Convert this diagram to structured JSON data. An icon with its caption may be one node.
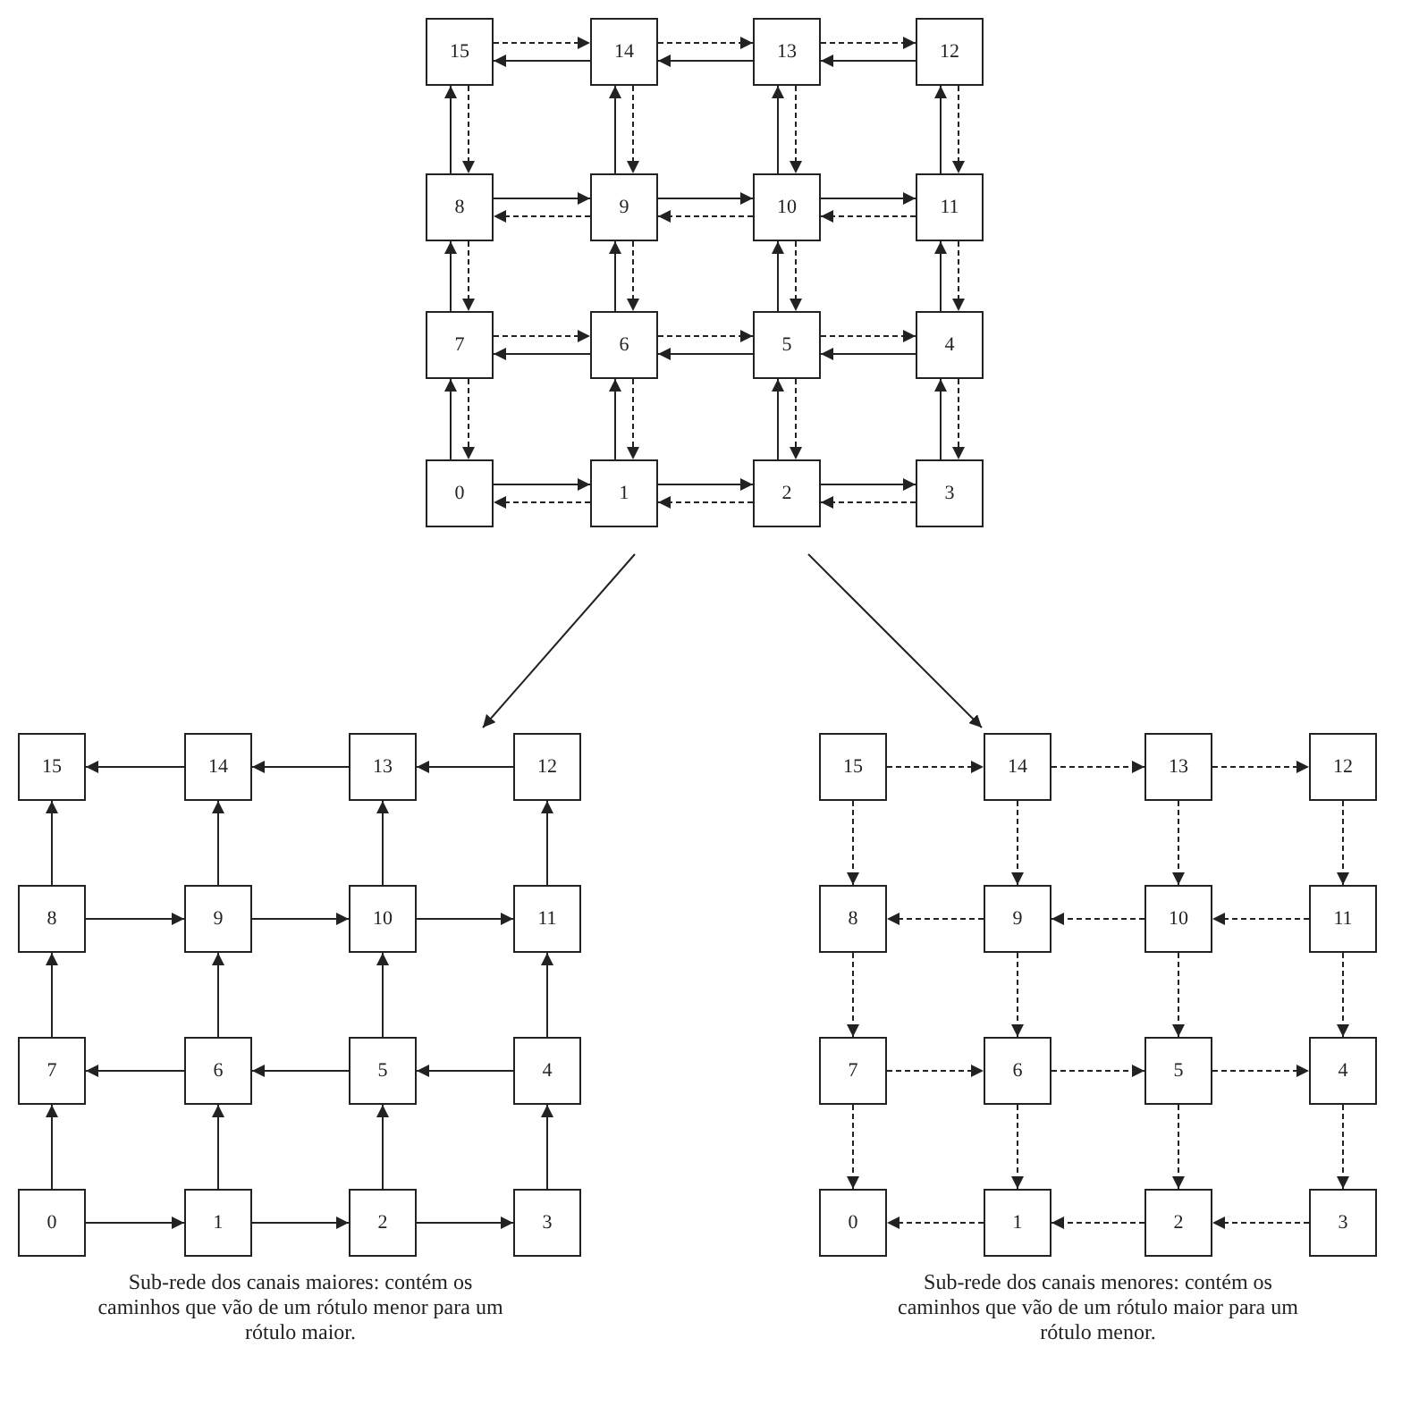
{
  "diagram": {
    "nodes": [
      {
        "text": [
          "15"
        ]
      },
      {
        "text": [
          "14"
        ]
      },
      {
        "text": [
          "13"
        ]
      },
      {
        "text": [
          "12"
        ]
      },
      {
        "text": [
          "8"
        ]
      },
      {
        "text": [
          "9"
        ]
      },
      {
        "text": [
          "10"
        ]
      },
      {
        "text": [
          "11"
        ]
      },
      {
        "text": [
          "7"
        ]
      },
      {
        "text": [
          "6"
        ]
      },
      {
        "text": [
          "5"
        ]
      },
      {
        "text": [
          "4"
        ]
      },
      {
        "text": [
          "0"
        ]
      },
      {
        "text": [
          "1"
        ]
      },
      {
        "text": [
          "2"
        ]
      },
      {
        "text": [
          "3"
        ]
      },
      {
        "text": [
          "15"
        ]
      },
      {
        "text": [
          "14"
        ]
      },
      {
        "text": [
          "13"
        ]
      },
      {
        "text": [
          "12"
        ]
      },
      {
        "text": [
          "8"
        ]
      },
      {
        "text": [
          "9"
        ]
      },
      {
        "text": [
          "10"
        ]
      },
      {
        "text": [
          "11"
        ]
      },
      {
        "text": [
          "7"
        ]
      },
      {
        "text": [
          "6"
        ]
      },
      {
        "text": [
          "5"
        ]
      },
      {
        "text": [
          "4"
        ]
      },
      {
        "text": [
          "0"
        ]
      },
      {
        "text": [
          "1"
        ]
      },
      {
        "text": [
          "2"
        ]
      },
      {
        "text": [
          "3"
        ]
      },
      {
        "text": [
          "15"
        ]
      },
      {
        "text": [
          "14"
        ]
      },
      {
        "text": [
          "13"
        ]
      },
      {
        "text": [
          "12"
        ]
      },
      {
        "text": [
          "8"
        ]
      },
      {
        "text": [
          "9"
        ]
      },
      {
        "text": [
          "10"
        ]
      },
      {
        "text": [
          "11"
        ]
      },
      {
        "text": [
          "7"
        ]
      },
      {
        "text": [
          "6"
        ]
      },
      {
        "text": [
          "5"
        ]
      },
      {
        "text": [
          "4"
        ]
      },
      {
        "text": [
          "0"
        ]
      },
      {
        "text": [
          "1"
        ]
      },
      {
        "text": [
          "2"
        ]
      },
      {
        "text": [
          "3"
        ]
      }
    ],
    "edges": [
      {
        "from": 12,
        "to": 13,
        "arrow": "to"
      },
      {
        "from": 13,
        "to": 14,
        "arrow": "to"
      },
      {
        "from": 14,
        "to": 15,
        "arrow": "to"
      },
      {
        "from": 12,
        "to": 8,
        "arrow": "to"
      },
      {
        "from": 13,
        "to": 9,
        "arrow": "to"
      },
      {
        "from": 14,
        "to": 10,
        "arrow": "to"
      },
      {
        "from": 15,
        "to": 11,
        "arrow": "to"
      },
      {
        "from": 11,
        "to": 10,
        "arrow": "to"
      },
      {
        "from": 10,
        "to": 9,
        "arrow": "to"
      },
      {
        "from": 9,
        "to": 8,
        "arrow": "to"
      },
      {
        "from": 8,
        "to": 4,
        "arrow": "to"
      },
      {
        "from": 9,
        "to": 5,
        "arrow": "to"
      },
      {
        "from": 10,
        "to": 6,
        "arrow": "to"
      },
      {
        "from": 11,
        "to": 7,
        "arrow": "to"
      },
      {
        "from": 4,
        "to": 5,
        "arrow": "to"
      },
      {
        "from": 5,
        "to": 6,
        "arrow": "to"
      },
      {
        "from": 6,
        "to": 7,
        "arrow": "to"
      },
      {
        "from": 4,
        "to": 0,
        "arrow": "to"
      },
      {
        "from": 5,
        "to": 1,
        "arrow": "to"
      },
      {
        "from": 6,
        "to": 2,
        "arrow": "to"
      },
      {
        "from": 7,
        "to": 3,
        "arrow": "to"
      },
      {
        "from": 3,
        "to": 2,
        "arrow": "to"
      },
      {
        "from": 2,
        "to": 1,
        "arrow": "to"
      },
      {
        "from": 1,
        "to": 0,
        "arrow": "to"
      },
      {
        "from": 13,
        "to": 12,
        "arrow": "to",
        "style": "dashed"
      },
      {
        "from": 14,
        "to": 13,
        "arrow": "to",
        "style": "dashed"
      },
      {
        "from": 15,
        "to": 14,
        "arrow": "to",
        "style": "dashed"
      },
      {
        "from": 8,
        "to": 12,
        "arrow": "to",
        "style": "dashed"
      },
      {
        "from": 9,
        "to": 13,
        "arrow": "to",
        "style": "dashed"
      },
      {
        "from": 10,
        "to": 14,
        "arrow": "to",
        "style": "dashed"
      },
      {
        "from": 11,
        "to": 15,
        "arrow": "to",
        "style": "dashed"
      },
      {
        "from": 10,
        "to": 11,
        "arrow": "to",
        "style": "dashed"
      },
      {
        "from": 9,
        "to": 10,
        "arrow": "to",
        "style": "dashed"
      },
      {
        "from": 8,
        "to": 9,
        "arrow": "to",
        "style": "dashed"
      },
      {
        "from": 4,
        "to": 8,
        "arrow": "to",
        "style": "dashed"
      },
      {
        "from": 5,
        "to": 9,
        "arrow": "to",
        "style": "dashed"
      },
      {
        "from": 6,
        "to": 10,
        "arrow": "to",
        "style": "dashed"
      },
      {
        "from": 7,
        "to": 11,
        "arrow": "to",
        "style": "dashed"
      },
      {
        "from": 5,
        "to": 4,
        "arrow": "to",
        "style": "dashed"
      },
      {
        "from": 6,
        "to": 5,
        "arrow": "to",
        "style": "dashed"
      },
      {
        "from": 7,
        "to": 6,
        "arrow": "to",
        "style": "dashed"
      },
      {
        "from": 0,
        "to": 4,
        "arrow": "to",
        "style": "dashed"
      },
      {
        "from": 1,
        "to": 5,
        "arrow": "to",
        "style": "dashed"
      },
      {
        "from": 2,
        "to": 6,
        "arrow": "to",
        "style": "dashed"
      },
      {
        "from": 3,
        "to": 7,
        "arrow": "to",
        "style": "dashed"
      },
      {
        "from": 2,
        "to": 3,
        "arrow": "to",
        "style": "dashed"
      },
      {
        "from": 1,
        "to": 2,
        "arrow": "to",
        "style": "dashed"
      },
      {
        "from": 0,
        "to": 1,
        "arrow": "to",
        "style": "dashed"
      },
      {
        "from": 28,
        "to": 29,
        "arrow": "to"
      },
      {
        "from": 29,
        "to": 30,
        "arrow": "to"
      },
      {
        "from": 30,
        "to": 31,
        "arrow": "to"
      },
      {
        "from": 28,
        "to": 24,
        "arrow": "to"
      },
      {
        "from": 29,
        "to": 25,
        "arrow": "to"
      },
      {
        "from": 30,
        "to": 26,
        "arrow": "to"
      },
      {
        "from": 31,
        "to": 27,
        "arrow": "to"
      },
      {
        "from": 27,
        "to": 26,
        "arrow": "to"
      },
      {
        "from": 26,
        "to": 25,
        "arrow": "to"
      },
      {
        "from": 25,
        "to": 24,
        "arrow": "to"
      },
      {
        "from": 24,
        "to": 20,
        "arrow": "to"
      },
      {
        "from": 25,
        "to": 21,
        "arrow": "to"
      },
      {
        "from": 26,
        "to": 22,
        "arrow": "to"
      },
      {
        "from": 27,
        "to": 23,
        "arrow": "to"
      },
      {
        "from": 20,
        "to": 21,
        "arrow": "to"
      },
      {
        "from": 21,
        "to": 22,
        "arrow": "to"
      },
      {
        "from": 22,
        "to": 23,
        "arrow": "to"
      },
      {
        "from": 20,
        "to": 16,
        "arrow": "to"
      },
      {
        "from": 21,
        "to": 17,
        "arrow": "to"
      },
      {
        "from": 22,
        "to": 18,
        "arrow": "to"
      },
      {
        "from": 23,
        "to": 19,
        "arrow": "to"
      },
      {
        "from": 19,
        "to": 18,
        "arrow": "to"
      },
      {
        "from": 18,
        "to": 17,
        "arrow": "to"
      },
      {
        "from": 17,
        "to": 16,
        "arrow": "to"
      },
      {
        "from": 45,
        "to": 44,
        "arrow": "to",
        "style": "dashed"
      },
      {
        "from": 46,
        "to": 45,
        "arrow": "to",
        "style": "dashed"
      },
      {
        "from": 47,
        "to": 46,
        "arrow": "to",
        "style": "dashed"
      },
      {
        "from": 40,
        "to": 44,
        "arrow": "to",
        "style": "dashed"
      },
      {
        "from": 41,
        "to": 45,
        "arrow": "to",
        "style": "dashed"
      },
      {
        "from": 42,
        "to": 46,
        "arrow": "to",
        "style": "dashed"
      },
      {
        "from": 43,
        "to": 47,
        "arrow": "to",
        "style": "dashed"
      },
      {
        "from": 42,
        "to": 43,
        "arrow": "to",
        "style": "dashed"
      },
      {
        "from": 41,
        "to": 42,
        "arrow": "to",
        "style": "dashed"
      },
      {
        "from": 40,
        "to": 41,
        "arrow": "to",
        "style": "dashed"
      },
      {
        "from": 36,
        "to": 40,
        "arrow": "to",
        "style": "dashed"
      },
      {
        "from": 37,
        "to": 41,
        "arrow": "to",
        "style": "dashed"
      },
      {
        "from": 38,
        "to": 42,
        "arrow": "to",
        "style": "dashed"
      },
      {
        "from": 39,
        "to": 43,
        "arrow": "to",
        "style": "dashed"
      },
      {
        "from": 37,
        "to": 36,
        "arrow": "to",
        "style": "dashed"
      },
      {
        "from": 38,
        "to": 37,
        "arrow": "to",
        "style": "dashed"
      },
      {
        "from": 39,
        "to": 38,
        "arrow": "to",
        "style": "dashed"
      },
      {
        "from": 32,
        "to": 36,
        "arrow": "to",
        "style": "dashed"
      },
      {
        "from": 33,
        "to": 37,
        "arrow": "to",
        "style": "dashed"
      },
      {
        "from": 34,
        "to": 38,
        "arrow": "to",
        "style": "dashed"
      },
      {
        "from": 35,
        "to": 39,
        "arrow": "to",
        "style": "dashed"
      },
      {
        "from": 34,
        "to": 35,
        "arrow": "to",
        "style": "dashed"
      },
      {
        "from": 33,
        "to": 34,
        "arrow": "to",
        "style": "dashed"
      },
      {
        "from": 32,
        "to": 33,
        "arrow": "to",
        "style": "dashed"
      }
    ],
    "labels": [
      "Sub-rede dos canais maiores: contém os caminhos que vão de um rótulo menor para um rótulo maior.",
      "Sub-rede dos canais menores: contém os caminhos que vão de um rótulo maior para um rótulo menor."
    ]
  }
}
